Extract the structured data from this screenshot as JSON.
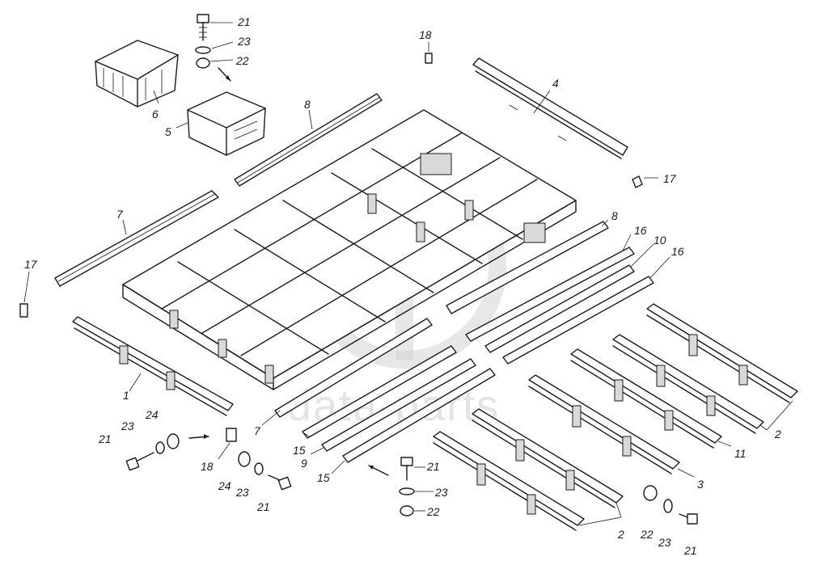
{
  "watermark": {
    "text": "data-parts"
  },
  "callouts": [
    {
      "id": "c21a",
      "text": "21"
    },
    {
      "id": "c23a",
      "text": "23"
    },
    {
      "id": "c22a",
      "text": "22"
    },
    {
      "id": "c18a",
      "text": "18"
    },
    {
      "id": "c4",
      "text": "4"
    },
    {
      "id": "c6",
      "text": "6"
    },
    {
      "id": "c5",
      "text": "5"
    },
    {
      "id": "c8a",
      "text": "8"
    },
    {
      "id": "c17a",
      "text": "17"
    },
    {
      "id": "c7a",
      "text": "7"
    },
    {
      "id": "c8b",
      "text": "8"
    },
    {
      "id": "c16a",
      "text": "16"
    },
    {
      "id": "c10",
      "text": "10"
    },
    {
      "id": "c16b",
      "text": "16"
    },
    {
      "id": "c17b",
      "text": "17"
    },
    {
      "id": "c1",
      "text": "1"
    },
    {
      "id": "c7b",
      "text": "7"
    },
    {
      "id": "c24a",
      "text": "24"
    },
    {
      "id": "c23b",
      "text": "23"
    },
    {
      "id": "c21b",
      "text": "21"
    },
    {
      "id": "c18b",
      "text": "18"
    },
    {
      "id": "c24b",
      "text": "24"
    },
    {
      "id": "c23c",
      "text": "23"
    },
    {
      "id": "c21c",
      "text": "21"
    },
    {
      "id": "c15a",
      "text": "15"
    },
    {
      "id": "c9",
      "text": "9"
    },
    {
      "id": "c15b",
      "text": "15"
    },
    {
      "id": "c21d",
      "text": "21"
    },
    {
      "id": "c23d",
      "text": "23"
    },
    {
      "id": "c22b",
      "text": "22"
    },
    {
      "id": "c2a",
      "text": "2"
    },
    {
      "id": "c11",
      "text": "11"
    },
    {
      "id": "c3",
      "text": "3"
    },
    {
      "id": "c2b",
      "text": "2"
    },
    {
      "id": "c22c",
      "text": "22"
    },
    {
      "id": "c23e",
      "text": "23"
    },
    {
      "id": "c21e",
      "text": "21"
    }
  ]
}
